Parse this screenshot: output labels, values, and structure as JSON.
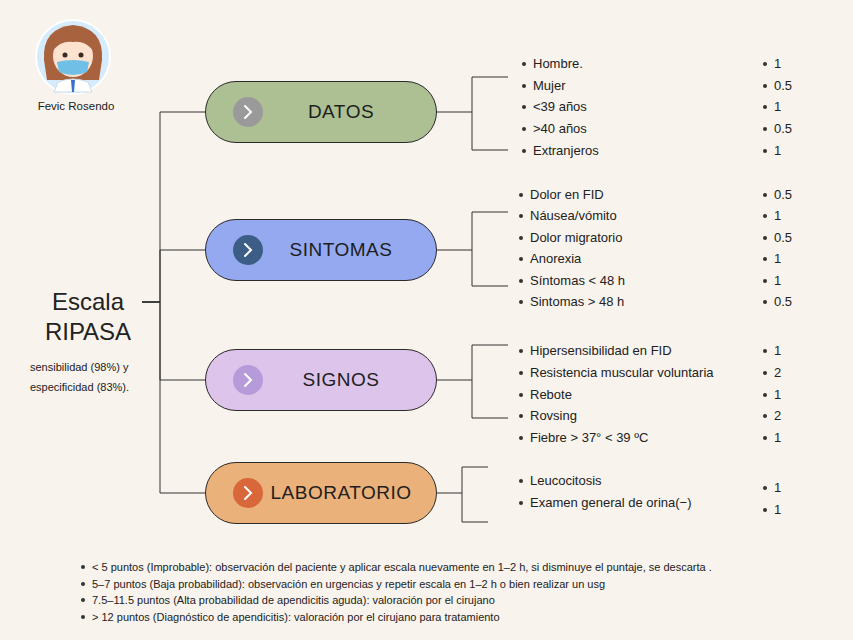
{
  "diagram": {
    "nodes": [
      {
        "text": [
          "Escala RIPASA"
        ]
      },
      {
        "text": [
          "DATOS"
        ]
      },
      {
        "text": [
          "SINTOMAS"
        ]
      },
      {
        "text": [
          "SIGNOS"
        ]
      },
      {
        "text": [
          "LABORATORIO"
        ]
      }
    ],
    "edges": [
      {
        "from": 0,
        "to": 1,
        "arrow": "none"
      },
      {
        "from": 0,
        "to": 2,
        "arrow": "none"
      },
      {
        "from": 0,
        "to": 3,
        "arrow": "none"
      },
      {
        "from": 0,
        "to": 4,
        "arrow": "none"
      }
    ],
    "labels": [
      "Fevic Rosendo",
      "Hombre.",
      "Mujer",
      "<39 años",
      ">40 años",
      "Extranjeros",
      "1",
      "0.5",
      "1",
      "0.5",
      "1",
      "Dolor en FID",
      "Náusea/vómito",
      "Dolor migratorio",
      "Anorexia",
      "Síntomas < 48 h",
      "Sintomas > 48 h",
      "0.5",
      "1",
      "0.5",
      "1",
      "1",
      "0.5",
      "Hipersensibilidad en FID",
      "Resistencia muscular voluntaria",
      "Rebote",
      "Rovsing",
      "Fiebre > 37° < 39 ºC",
      "1",
      "2",
      "1",
      "2",
      "1",
      "Leucocitosis",
      "Examen general de orina(−)",
      "1",
      "1",
      "sensibilidad (98%) y especificidad (83%).",
      "< 5 puntos (Improbable): observación del paciente y aplicar escala nuevamente en 1–2 h, si disminuye el puntaje, se descarta .",
      "5–7 puntos (Baja probabilidad): observación en urgencias y repetir escala en 1–2 h o bien realizar un usg",
      "7.5–11.5 puntos (Alta probabilidad de apendicitis aguda): valoración por el cirujano",
      "> 12 puntos (Diagnóstico de apendicitis): valoración por el cirujano para tratamiento"
    ]
  }
}
